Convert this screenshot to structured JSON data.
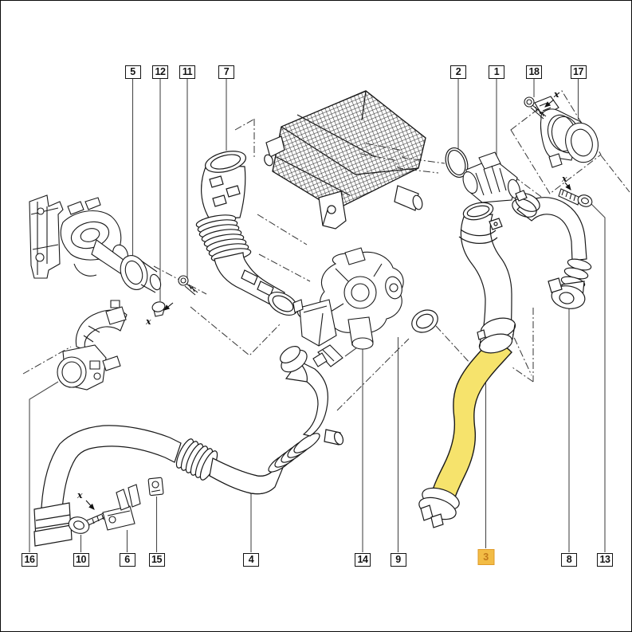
{
  "diagram": {
    "x_marker_label": "x",
    "highlighted_callout": "3",
    "colors": {
      "highlight_box_fill": "#f2bc45",
      "highlight_box_border": "#df9a28",
      "highlight_box_text": "#c2791a",
      "highlighted_hose_fill": "#f6e36c",
      "line_art": "#1a1a1a",
      "leader_line": "#4a4a4a"
    },
    "callouts": {
      "top": [
        {
          "label": "5"
        },
        {
          "label": "12"
        },
        {
          "label": "11"
        },
        {
          "label": "7"
        },
        {
          "label": "2"
        },
        {
          "label": "1"
        },
        {
          "label": "18"
        },
        {
          "label": "17"
        }
      ],
      "bottom": [
        {
          "label": "16"
        },
        {
          "label": "10"
        },
        {
          "label": "6"
        },
        {
          "label": "15"
        },
        {
          "label": "4"
        },
        {
          "label": "14"
        },
        {
          "label": "9"
        },
        {
          "label": "3"
        },
        {
          "label": "8"
        },
        {
          "label": "13"
        }
      ]
    }
  }
}
